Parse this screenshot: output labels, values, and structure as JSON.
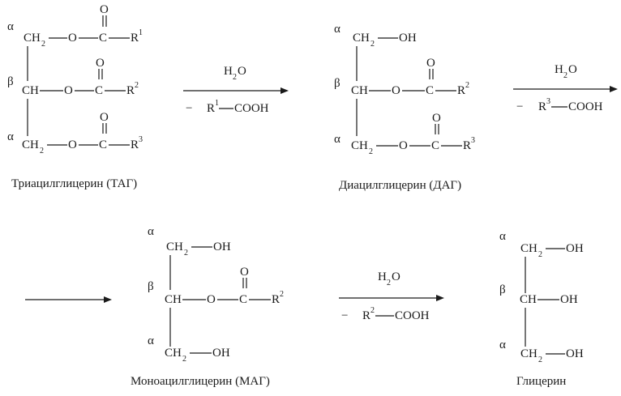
{
  "greek": {
    "alpha": "α",
    "beta": "β"
  },
  "atoms": {
    "ch2": "CH",
    "sub2": "2",
    "ch": "CH",
    "o": "O",
    "c": "C",
    "oh": "OH",
    "r": "R",
    "cooh": "COOH",
    "minus": "−",
    "h": "H",
    "water_o": "O"
  },
  "subs": {
    "r1": "1",
    "r2": "2",
    "r3": "3"
  },
  "captions": {
    "tag": "Триацилглицерин (ТАГ)",
    "dag": "Диацилглицерин (ДАГ)",
    "mag": "Моноацилглицерин (МАГ)",
    "glycerol": "Глицерин"
  }
}
